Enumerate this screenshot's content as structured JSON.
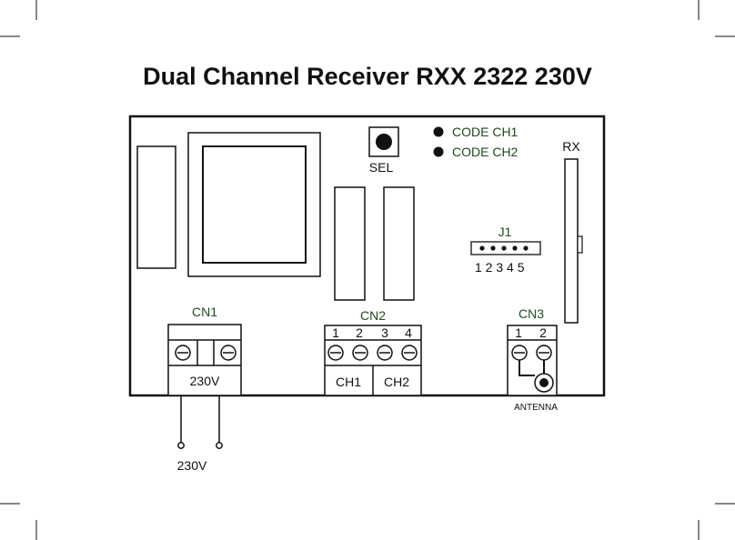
{
  "page": {
    "title": "Dual Channel Receiver RXX 2322 230V"
  },
  "board": {
    "sel_label": "SEL",
    "leds": [
      {
        "label": "CODE CH1"
      },
      {
        "label": "CODE CH2"
      }
    ],
    "rx_label": "RX",
    "j1": {
      "label": "J1",
      "pins": "1 2 3 4 5"
    },
    "cn1": {
      "label": "CN1",
      "voltage": "230V"
    },
    "cn2": {
      "label": "CN2",
      "pins": [
        "1",
        "2",
        "3",
        "4"
      ],
      "ch1": "CH1",
      "ch2": "CH2"
    },
    "cn3": {
      "label": "CN3",
      "pins": [
        "1",
        "2"
      ],
      "antenna": "ANTENNA"
    }
  },
  "supply_label": "230V"
}
